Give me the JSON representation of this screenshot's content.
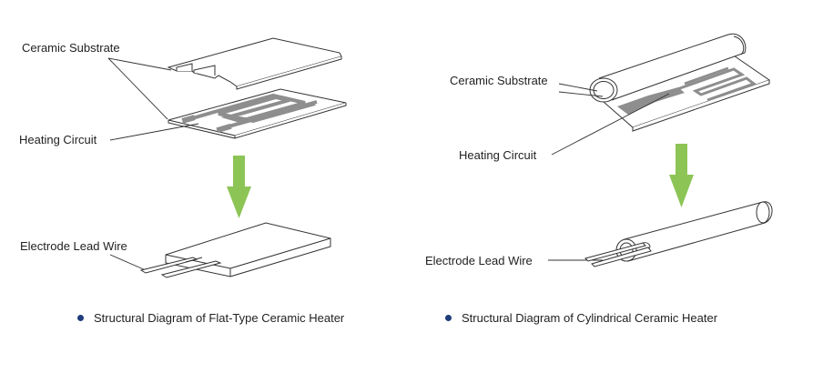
{
  "colors": {
    "arrow": "#8cc556",
    "bullet": "#1f3d7a",
    "line": "#333333",
    "circuit": "#8e8e8e"
  },
  "flat": {
    "labels": {
      "substrate": "Ceramic Substrate",
      "circuit": "Heating Circuit",
      "lead": "Electrode Lead Wire"
    },
    "caption": "Structural Diagram of Flat-Type Ceramic Heater"
  },
  "cylindrical": {
    "labels": {
      "substrate": "Ceramic Substrate",
      "circuit": "Heating Circuit",
      "lead": "Electrode Lead Wire"
    },
    "caption": "Structural Diagram of Cylindrical Ceramic Heater"
  }
}
